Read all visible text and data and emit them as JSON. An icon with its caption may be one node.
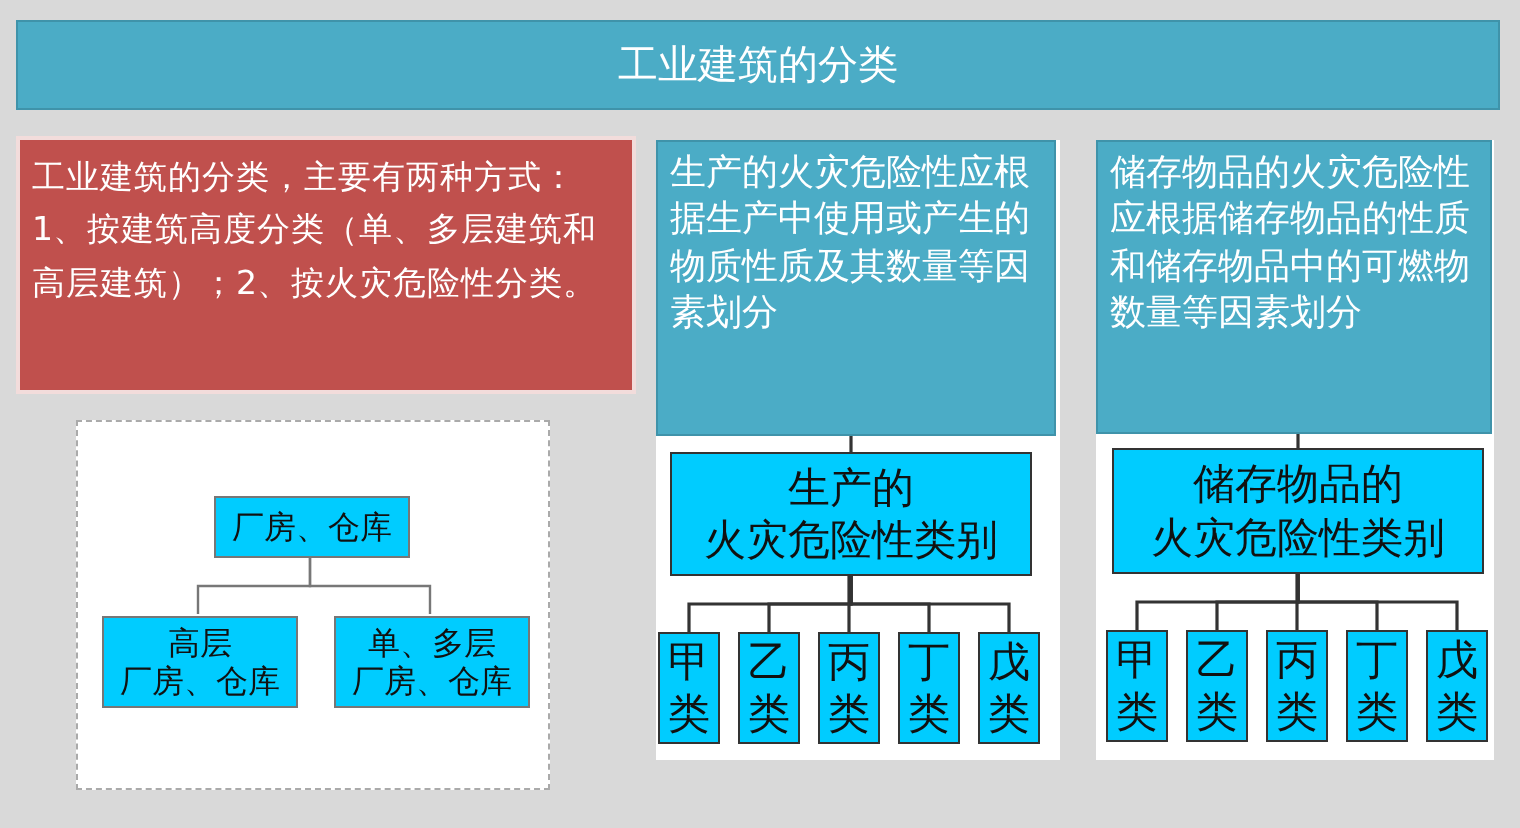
{
  "diagram": {
    "title": "工业建筑的分类",
    "nodes": [
      {
        "text": [
          "工业建筑的分类，主要有两种方式：1、按建筑高度分类（单、多层建筑和高层建筑）；2、按火灾危险性分类。"
        ]
      },
      {
        "text": [],
        "shape": "box"
      },
      {
        "text": [
          "厂房、仓库"
        ],
        "in": 1
      },
      {
        "text": [
          "高层",
          "厂房、仓库"
        ],
        "in": 1
      },
      {
        "text": [
          "单、多层",
          "厂房、仓库"
        ],
        "in": 1
      },
      {
        "text": [],
        "shape": "box"
      },
      {
        "text": [
          "生产的火灾危险性应根据生产中使用或产生的物质性质及其数量等因素划分"
        ],
        "in": 5
      },
      {
        "text": [
          "生产的",
          "火灾危险性类别"
        ],
        "in": 5
      },
      {
        "text": [
          "甲类"
        ],
        "in": 5
      },
      {
        "text": [
          "乙类"
        ],
        "in": 5
      },
      {
        "text": [
          "丙类"
        ],
        "in": 5
      },
      {
        "text": [
          "丁类"
        ],
        "in": 5
      },
      {
        "text": [
          "戊类"
        ],
        "in": 5
      },
      {
        "text": [],
        "shape": "box"
      },
      {
        "text": [
          "储存物品的火灾危险性应根据储存物品的性质和储存物品中的可燃物数量等因素划分"
        ],
        "in": 13
      },
      {
        "text": [
          "储存物品的",
          "火灾危险性类别"
        ],
        "in": 13
      },
      {
        "text": [
          "甲类"
        ],
        "in": 13
      },
      {
        "text": [
          "乙类"
        ],
        "in": 13
      },
      {
        "text": [
          "丙类"
        ],
        "in": 13
      },
      {
        "text": [
          "丁类"
        ],
        "in": 13
      },
      {
        "text": [
          "戊类"
        ],
        "in": 13
      }
    ],
    "edges": [
      {
        "from": 2,
        "to": 3,
        "arrow": "none"
      },
      {
        "from": 2,
        "to": 4,
        "arrow": "none"
      },
      {
        "from": 6,
        "to": 7,
        "arrow": "none"
      },
      {
        "from": 7,
        "to": 8,
        "arrow": "none"
      },
      {
        "from": 7,
        "to": 9,
        "arrow": "none"
      },
      {
        "from": 7,
        "to": 10,
        "arrow": "none"
      },
      {
        "from": 7,
        "to": 11,
        "arrow": "none"
      },
      {
        "from": 7,
        "to": 12,
        "arrow": "none"
      },
      {
        "from": 14,
        "to": 15,
        "arrow": "none"
      },
      {
        "from": 15,
        "to": 16,
        "arrow": "none"
      },
      {
        "from": 15,
        "to": 17,
        "arrow": "none"
      },
      {
        "from": 15,
        "to": 18,
        "arrow": "none"
      },
      {
        "from": 15,
        "to": 19,
        "arrow": "none"
      },
      {
        "from": 15,
        "to": 20,
        "arrow": "none"
      }
    ]
  }
}
